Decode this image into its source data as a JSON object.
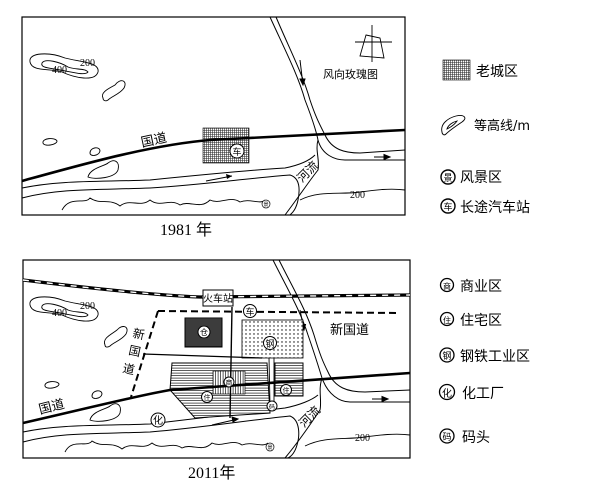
{
  "map1981": {
    "caption": "1981 年",
    "road_label": "国道",
    "river_label": "河流",
    "wind_rose_label": "风向玫瑰图",
    "contour_labels": [
      "200",
      "400",
      "200"
    ],
    "bus_symbol": "车",
    "scenic_symbol": "景"
  },
  "map2011": {
    "caption": "2011年",
    "road_label": "国道",
    "new_road_label": "新国道",
    "new_road_vertical_label": [
      "新",
      "国",
      "道"
    ],
    "river_label": "河流",
    "station_label": "火车站",
    "contour_labels": [
      "200",
      "400",
      "200"
    ],
    "symbols": {
      "bus": "车",
      "warehouse": "仓",
      "steel": "钢",
      "commercial": "商",
      "residential": "住",
      "chemical": "化",
      "wharf": "码",
      "scenic": "景"
    }
  },
  "legend": [
    {
      "symbol": "",
      "label": "老城区"
    },
    {
      "symbol": "",
      "label": "等高线/m"
    },
    {
      "symbol": "景",
      "label": "风景区"
    },
    {
      "symbol": "车",
      "label": "长途汽车站"
    },
    {
      "symbol": "商",
      "label": "商业区"
    },
    {
      "symbol": "住",
      "label": "住宅区"
    },
    {
      "symbol": "钢",
      "label": "钢铁工业区"
    },
    {
      "symbol": "化",
      "label": "化工厂"
    },
    {
      "symbol": "码",
      "label": "码头"
    }
  ]
}
